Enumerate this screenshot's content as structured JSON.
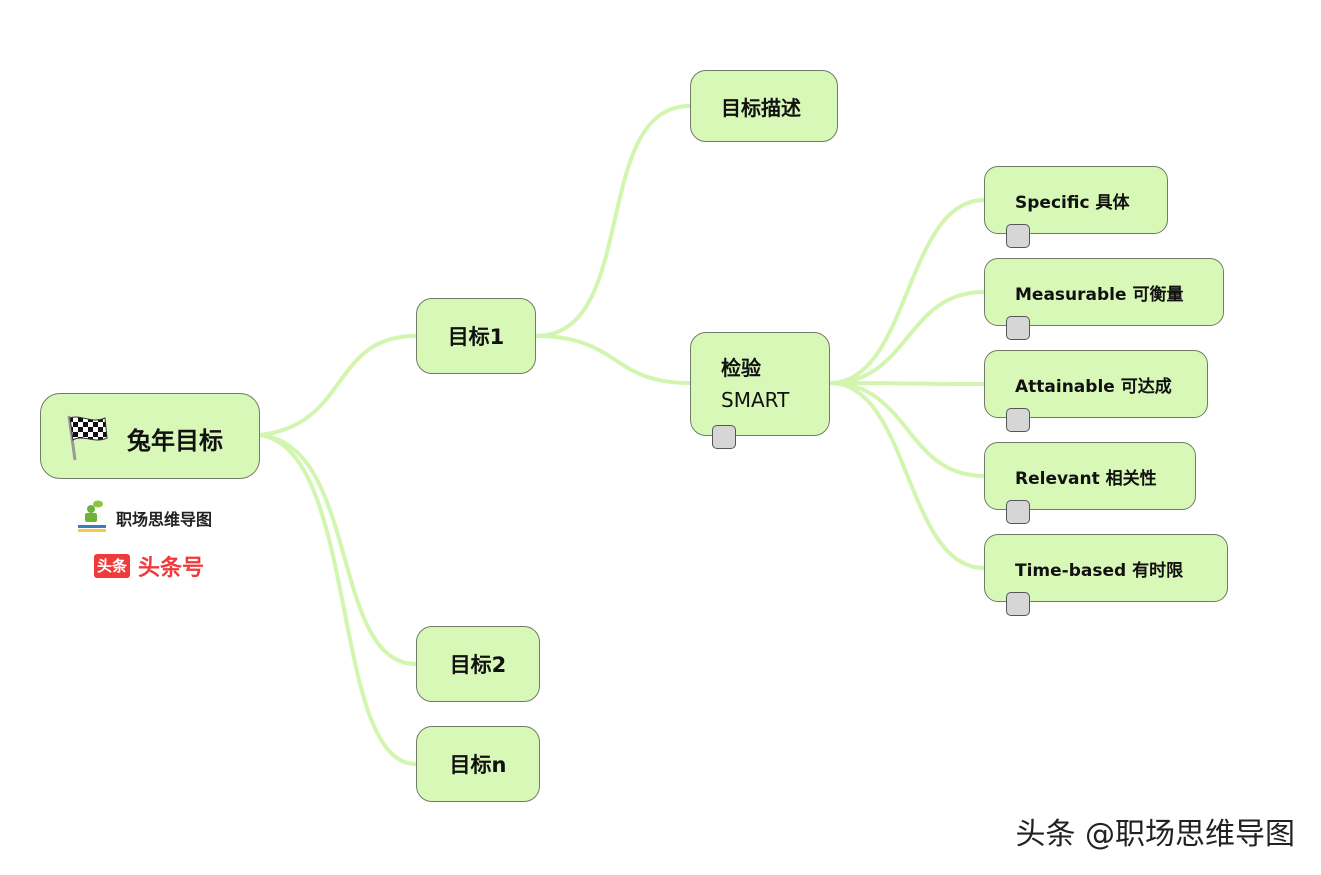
{
  "root": {
    "label": "兔年目标",
    "icon": "checkered-flag-icon"
  },
  "branches": {
    "goal1": "目标1",
    "goal2": "目标2",
    "goaln": "目标n"
  },
  "goal1_children": {
    "description": "目标描述",
    "smart_line1": "检验",
    "smart_line2": "SMART"
  },
  "smart_items": [
    "Specific 具体",
    "Measurable 可衡量",
    "Attainable 可达成",
    "Relevant 相关性",
    "Time-based 有时限"
  ],
  "branding": {
    "logo_text": "职场思维导图",
    "toutiao_badge": "头条",
    "toutiao_text": "头条号"
  },
  "watermark": "头条 @职场思维导图",
  "colors": {
    "node_fill": "#d8f8b8",
    "node_border": "#6f7c66",
    "connector": "#d2f5b0",
    "toggle_fill": "#d6d6d6",
    "toutiao_red": "#ef3b3b"
  }
}
